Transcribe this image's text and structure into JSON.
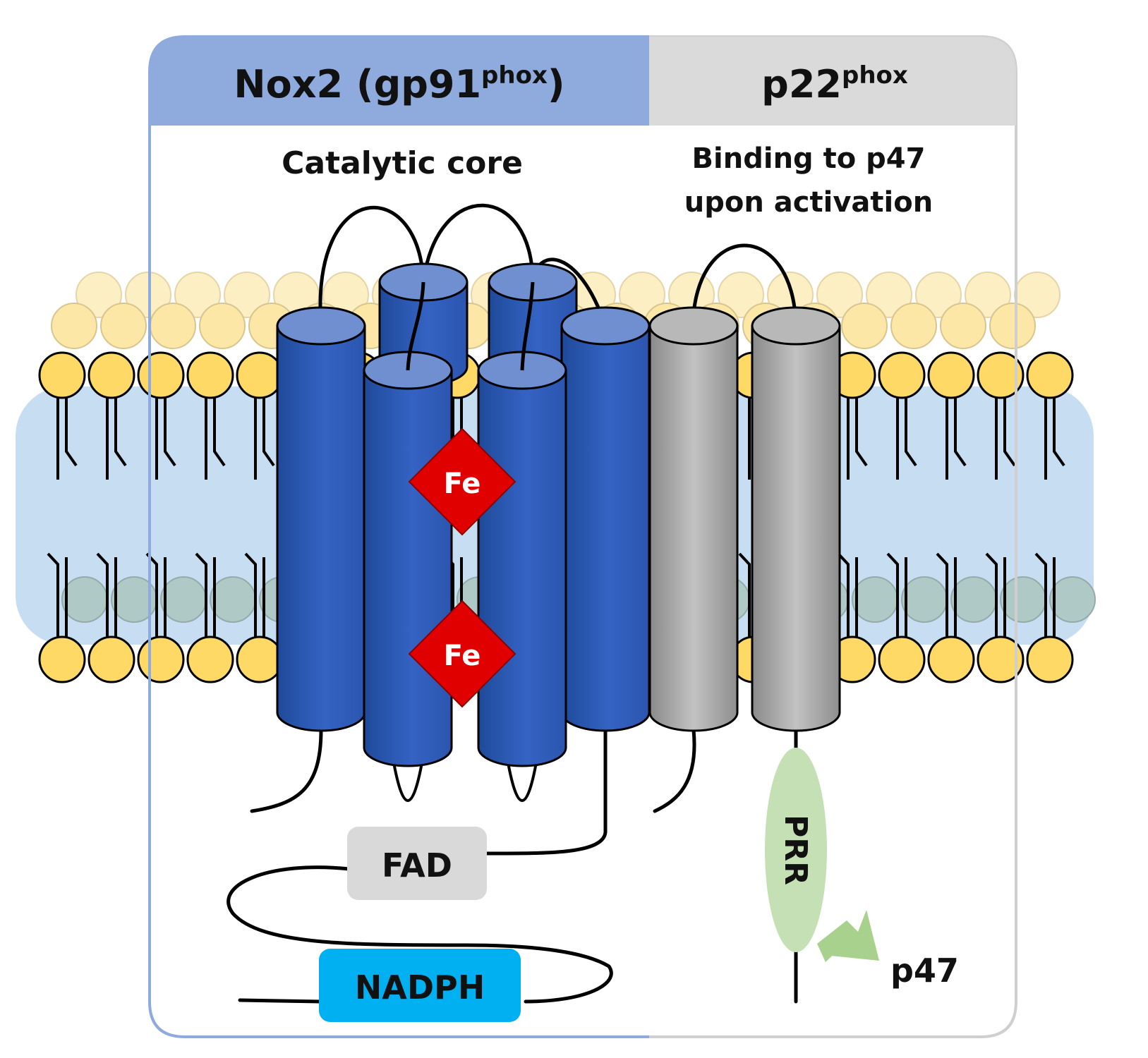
{
  "panels": {
    "nox2": {
      "title_main": "Nox2 (gp91",
      "title_sup": "phox",
      "title_close": ")",
      "subtitle": "Catalytic core",
      "header_color": "#8FAADC"
    },
    "p22": {
      "title_main": "p22",
      "title_sup": "phox",
      "subtitle_line1": "Binding to p47",
      "subtitle_line2": "upon activation",
      "header_color": "#D9D9D9"
    }
  },
  "labels": {
    "fe_top": "Fe",
    "fe_bottom": "Fe",
    "fad": "FAD",
    "nadph": "NADPH",
    "prr": "PRR",
    "p47": "p47"
  },
  "colors": {
    "membrane": "#BDD7EE",
    "lipid_head": "#FFD966",
    "helix_blue": "#2E5AAC",
    "helix_gray": "#9E9E9E",
    "iron": "#E00000",
    "fad_box": "#D9D9D9",
    "nadph_box": "#00B0F0",
    "prr": "#C5E0B4",
    "arrow": "#A9D18E"
  },
  "icons": [
    "lipid-bilayer",
    "transmembrane-helix",
    "iron-diamond",
    "arrow"
  ]
}
